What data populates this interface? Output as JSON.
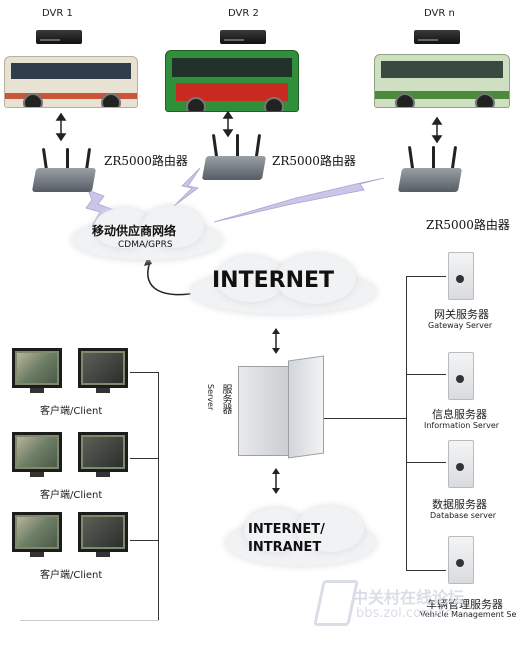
{
  "dvrs": [
    {
      "label": "DVR 1"
    },
    {
      "label": "DVR 2"
    },
    {
      "label": "DVR n"
    }
  ],
  "routers": [
    {
      "label": "ZR5000路由器"
    },
    {
      "label": "ZR5000路由器"
    },
    {
      "label": "ZR5000路由器"
    }
  ],
  "mobile_network": {
    "title": "移动供应商网络",
    "subtitle": "CDMA/GPRS"
  },
  "internet": {
    "label": "INTERNET"
  },
  "intranet": {
    "line1": "INTERNET/",
    "line2": "INTRANET"
  },
  "central_server": {
    "label_cn": "服务器",
    "label_en": "Server"
  },
  "servers": [
    {
      "name_cn": "网关服务器",
      "name_en": "Gateway Server"
    },
    {
      "name_cn": "信息服务器",
      "name_en": "Information Server"
    },
    {
      "name_cn": "数据服务器",
      "name_en": "Database server"
    },
    {
      "name_cn": "车辆管理服务器",
      "name_en": "Vehicle Management Server"
    }
  ],
  "clients": [
    {
      "label": "客户端/Client"
    },
    {
      "label": "客户端/Client"
    },
    {
      "label": "客户端/Client"
    }
  ],
  "watermark": {
    "title": "中关村在线论坛",
    "url": "bbs.zol.com.cn"
  },
  "colors": {
    "bus1": "#e8e2d2",
    "bus2": "#2f8f3a",
    "bus3": "#cfe0c2",
    "cloud": "#f1f2f4",
    "lightning": "#b7b3dc"
  }
}
